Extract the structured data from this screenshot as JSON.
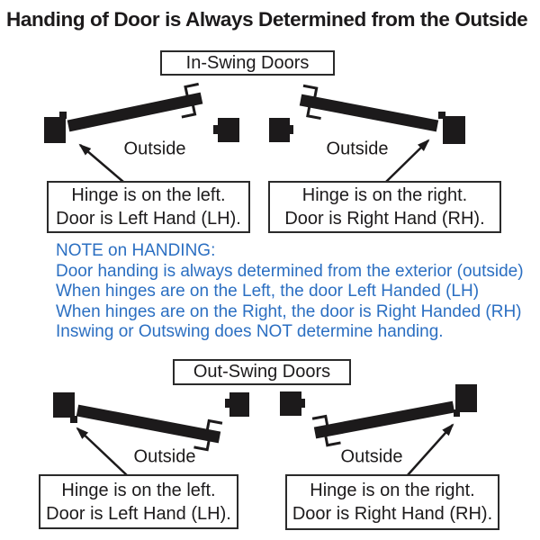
{
  "title": "Handing of Door is Always Determined from the Outside",
  "sections": {
    "inswing": {
      "label": "In-Swing Doors"
    },
    "outswing": {
      "label": "Out-Swing Doors"
    }
  },
  "labels": {
    "outside": "Outside"
  },
  "callouts": {
    "left": {
      "line1": "Hinge is on the left.",
      "line2": "Door is Left Hand (LH)."
    },
    "right": {
      "line1": "Hinge is on the right.",
      "line2": "Door is Right Hand (RH)."
    }
  },
  "note": {
    "lines": [
      "NOTE on HANDING:",
      "Door handing is always determined from the exterior (outside)",
      "When hinges are on the Left, the door Left Handed (LH)",
      "When hinges are on the Right, the door is Right Handed (RH)",
      "Inswing or Outswing does NOT determine handing."
    ]
  },
  "colors": {
    "ink": "#1c1a1b",
    "note_blue": "#2b6fc2",
    "box_border": "#2a2a2a"
  }
}
